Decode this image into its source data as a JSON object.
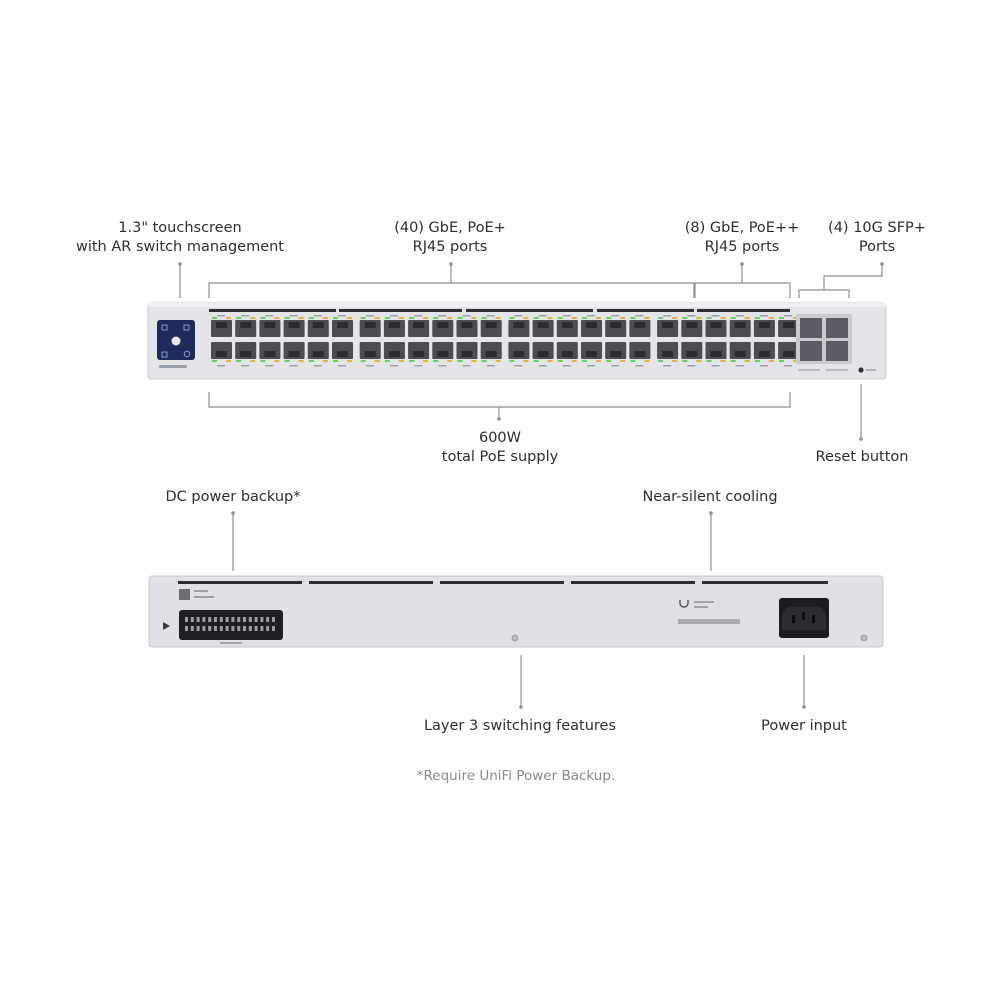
{
  "callouts": {
    "touchscreen": {
      "line1": "1.3\" touchscreen",
      "line2": "with AR switch management"
    },
    "gbe_poe_plus": {
      "line1": "(40) GbE, PoE+",
      "line2": "RJ45 ports"
    },
    "gbe_poe_plus_plus": {
      "line1": "(8) GbE, PoE++",
      "line2": "RJ45 ports"
    },
    "sfp_plus": {
      "line1": "(4) 10G SFP+",
      "line2": "Ports"
    },
    "poe_supply": {
      "line1": "600W",
      "line2": "total PoE supply"
    },
    "reset": {
      "line1": "Reset button"
    },
    "dc_backup": {
      "line1": "DC power backup*"
    },
    "cooling": {
      "line1": "Near-silent cooling"
    },
    "layer3": {
      "line1": "Layer 3 switching features"
    },
    "power_input": {
      "line1": "Power input"
    }
  },
  "footnote": "*Require UniFi Power Backup.",
  "device": {
    "rj45_port_count": 48,
    "sfp_port_count": 4,
    "colors": {
      "chassis": "#e3e5e8",
      "port": "#4a4d52",
      "led_green": "#5fd35a",
      "led_amber": "#e3b23c",
      "screen": "#1d2a5a",
      "accent": "#3a7bd5"
    }
  }
}
